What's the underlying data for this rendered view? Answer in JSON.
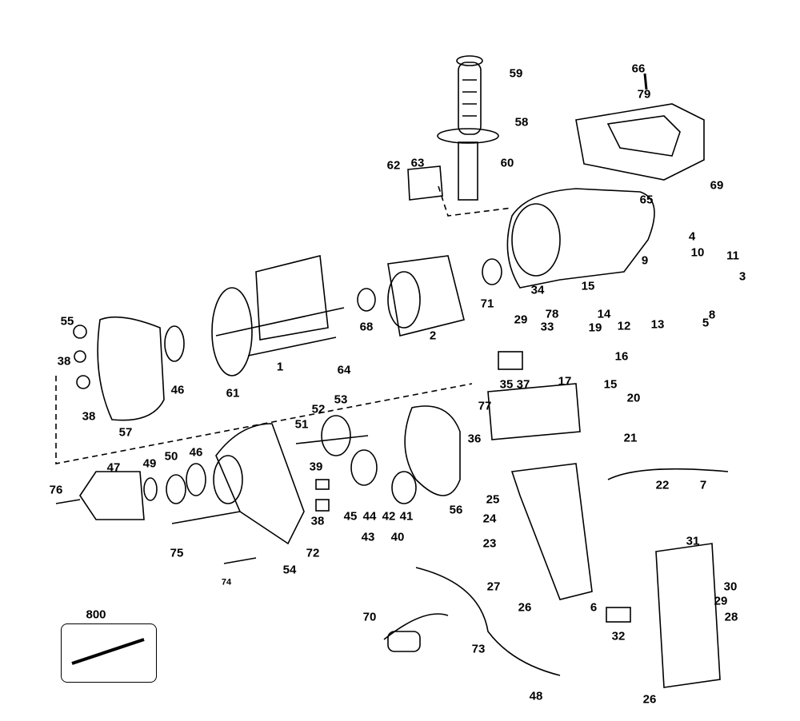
{
  "parts": [
    "59",
    "58",
    "60",
    "66",
    "79",
    "69",
    "62",
    "63",
    "65",
    "4",
    "11",
    "10",
    "3",
    "9",
    "8",
    "5",
    "71",
    "2",
    "68",
    "14",
    "12",
    "13",
    "34",
    "15",
    "29",
    "78",
    "33",
    "19",
    "16",
    "17",
    "15",
    "35",
    "37",
    "64",
    "1",
    "61",
    "46",
    "55",
    "38",
    "38",
    "57",
    "52",
    "53",
    "51",
    "20",
    "77",
    "36",
    "21",
    "22",
    "7",
    "47",
    "49",
    "50",
    "46",
    "39",
    "45",
    "44",
    "42",
    "41",
    "43",
    "40",
    "38",
    "56",
    "76",
    "75",
    "72",
    "74",
    "54",
    "25",
    "24",
    "23",
    "27",
    "26",
    "6",
    "31",
    "30",
    "29",
    "28",
    "32",
    "70",
    "73",
    "48",
    "26"
  ],
  "kit_label": "800"
}
